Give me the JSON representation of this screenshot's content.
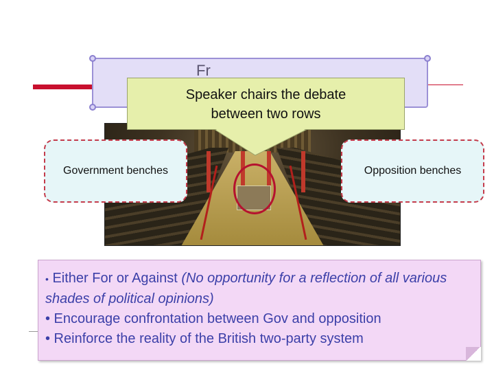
{
  "scroll": {
    "partial_text": "Fr"
  },
  "callout": {
    "line1": "Speaker chairs the debate",
    "line2": "between two rows"
  },
  "labels": {
    "government": "Government benches",
    "opposition": "Opposition benches"
  },
  "note": {
    "bullet1_marker": "•",
    "bullet1_lead": "Either For or Against",
    "bullet1_italic": "(No opportunity for a reflection of all various shades of political opinions)",
    "bullet2": "• Encourage confrontation between Gov and opposition",
    "bullet3": "• Reinforce the reality of the British two-party system"
  },
  "colors": {
    "accent_red": "#c8102e",
    "callout_bg": "#e6efab",
    "note_bg": "#f3d8f6",
    "note_text": "#3b3fa8",
    "label_bg": "#e6f6f8"
  }
}
